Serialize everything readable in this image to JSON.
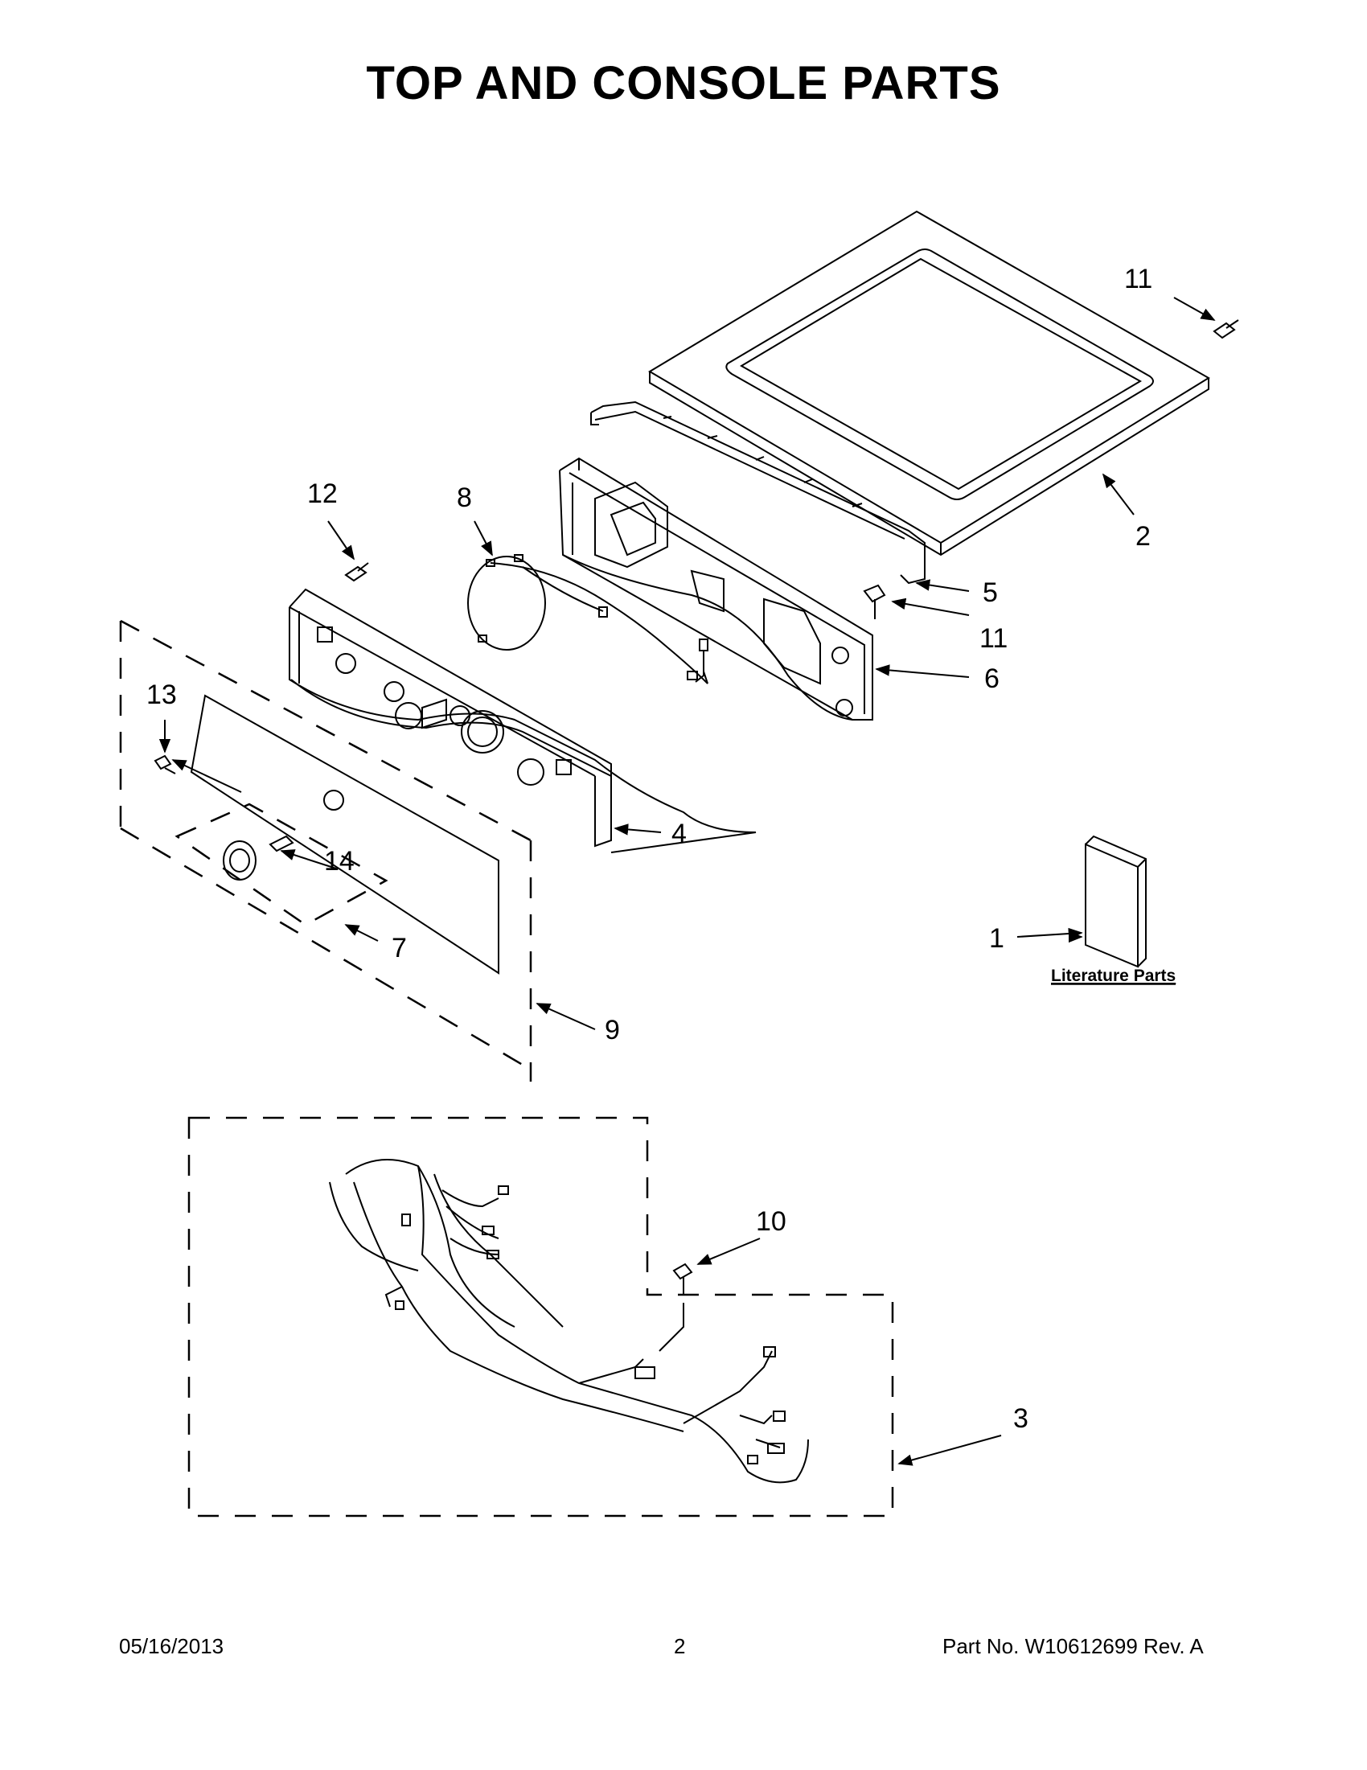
{
  "page": {
    "title": "TOP AND CONSOLE PARTS",
    "footer": {
      "date": "05/16/2013",
      "page_number": "2",
      "part_info": "Part No.  W10612699  Rev.  A"
    }
  },
  "callouts": {
    "c1": "1",
    "c2": "2",
    "c3": "3",
    "c4": "4",
    "c5": "5",
    "c6": "6",
    "c7": "7",
    "c8": "8",
    "c9": "9",
    "c10": "10",
    "c11a": "11",
    "c11b": "11",
    "c12": "12",
    "c13": "13",
    "c14": "14"
  },
  "literature": {
    "label": "Literature Parts"
  }
}
